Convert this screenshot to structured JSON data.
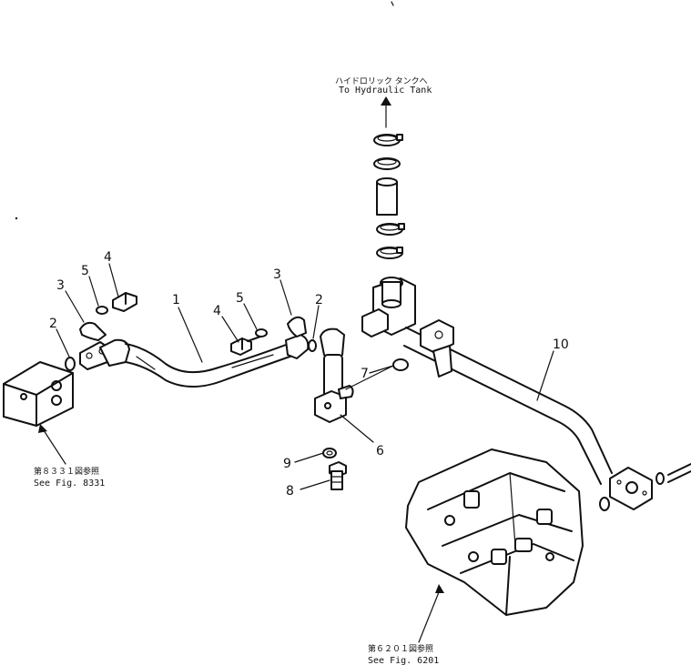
{
  "labels": {
    "tank_jp": "ハイドロリック タンクへ",
    "tank_en": "To Hydraulic Tank",
    "fig8331_jp": "第８３３１図参照",
    "fig8331_en": "See Fig. 8331",
    "fig6201_jp": "第６２０１図参照",
    "fig6201_en": "See Fig. 6201"
  },
  "callouts": {
    "c1": "1",
    "c2_left": "2",
    "c2_right": "2",
    "c3_left": "3",
    "c3_right": "3",
    "c4_left": "4",
    "c4_right": "4",
    "c5_left": "5",
    "c5_right": "5",
    "c6": "6",
    "c7": "7",
    "c8": "8",
    "c9": "9",
    "c10": "10"
  }
}
